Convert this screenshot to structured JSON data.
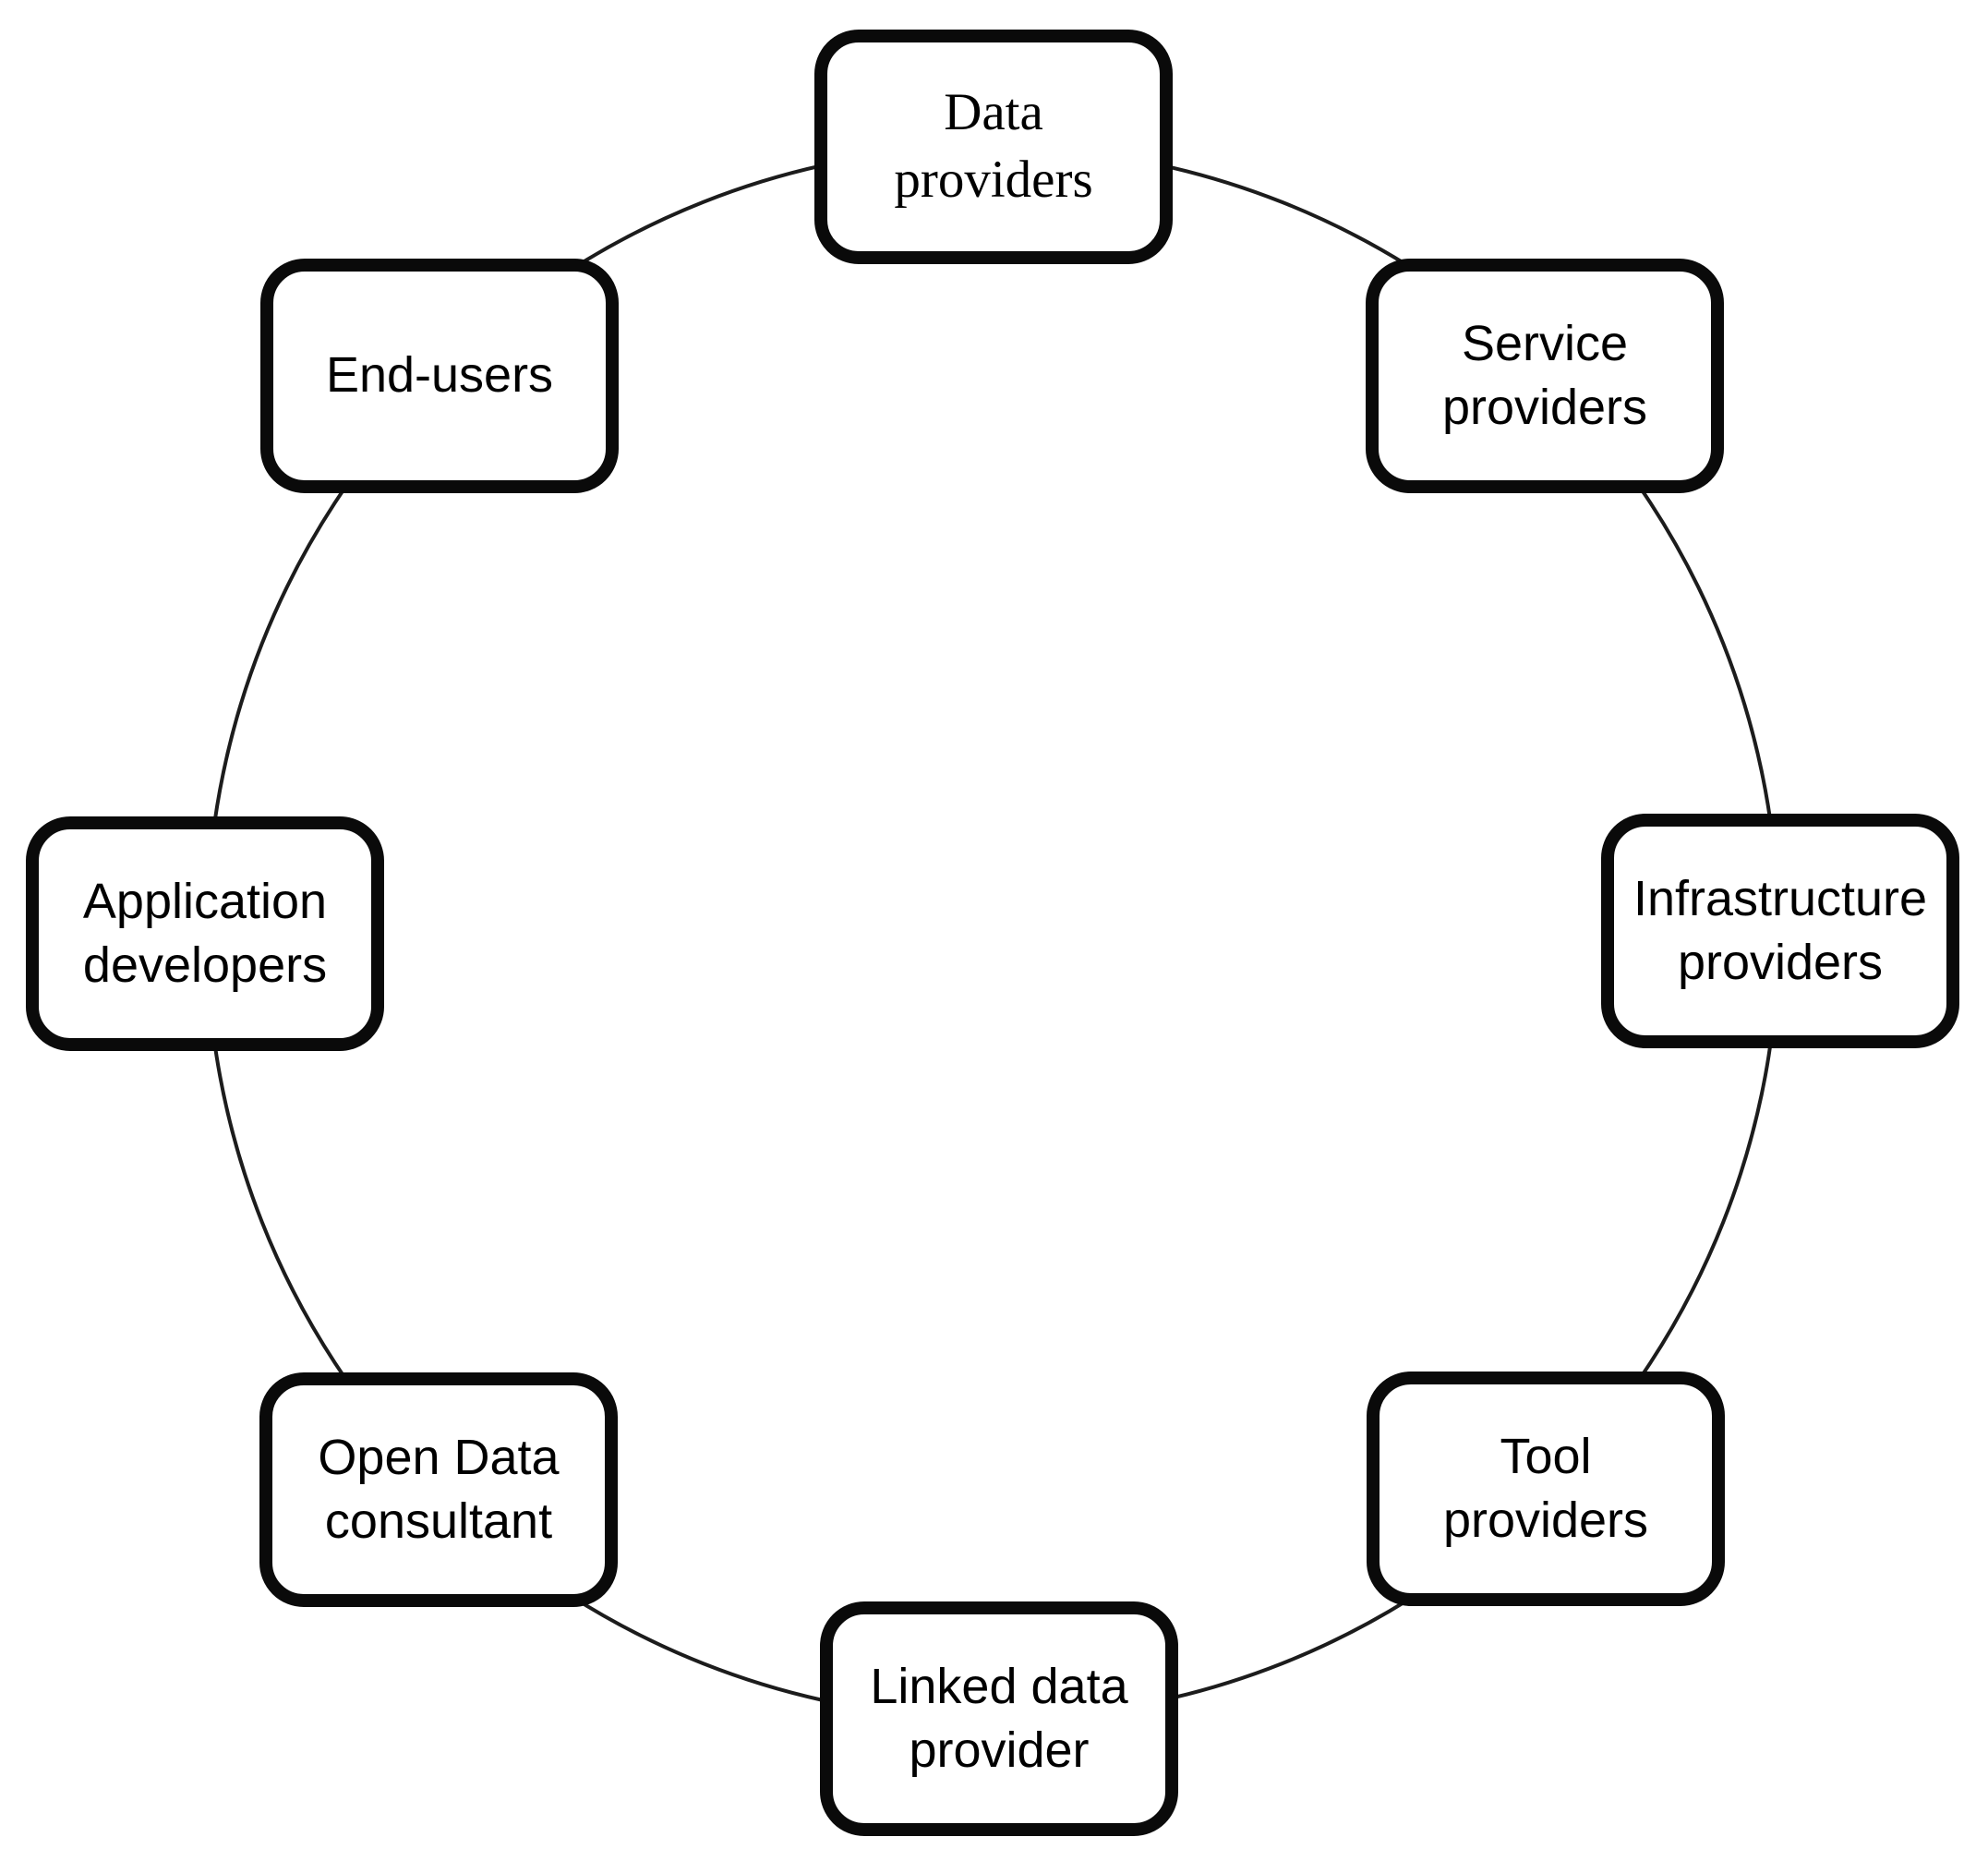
{
  "diagram": {
    "kind": "circular-cycle",
    "line_color": "#1c1c1c",
    "box_border_color": "#0a0a0a",
    "box_fill_color": "#ffffff",
    "text_color": "#000000",
    "nodes": [
      {
        "id": "data-providers",
        "label": "Data\nproviders"
      },
      {
        "id": "service-providers",
        "label": "Service\nproviders"
      },
      {
        "id": "infrastructure-providers",
        "label": "Infrastructure\nproviders"
      },
      {
        "id": "tool-providers",
        "label": "Tool\nproviders"
      },
      {
        "id": "linked-data-provider",
        "label": "Linked data\nprovider"
      },
      {
        "id": "open-data-consultant",
        "label": "Open Data\nconsultant"
      },
      {
        "id": "application-developers",
        "label": "Application\ndevelopers"
      },
      {
        "id": "end-users",
        "label": "End-users"
      }
    ]
  }
}
